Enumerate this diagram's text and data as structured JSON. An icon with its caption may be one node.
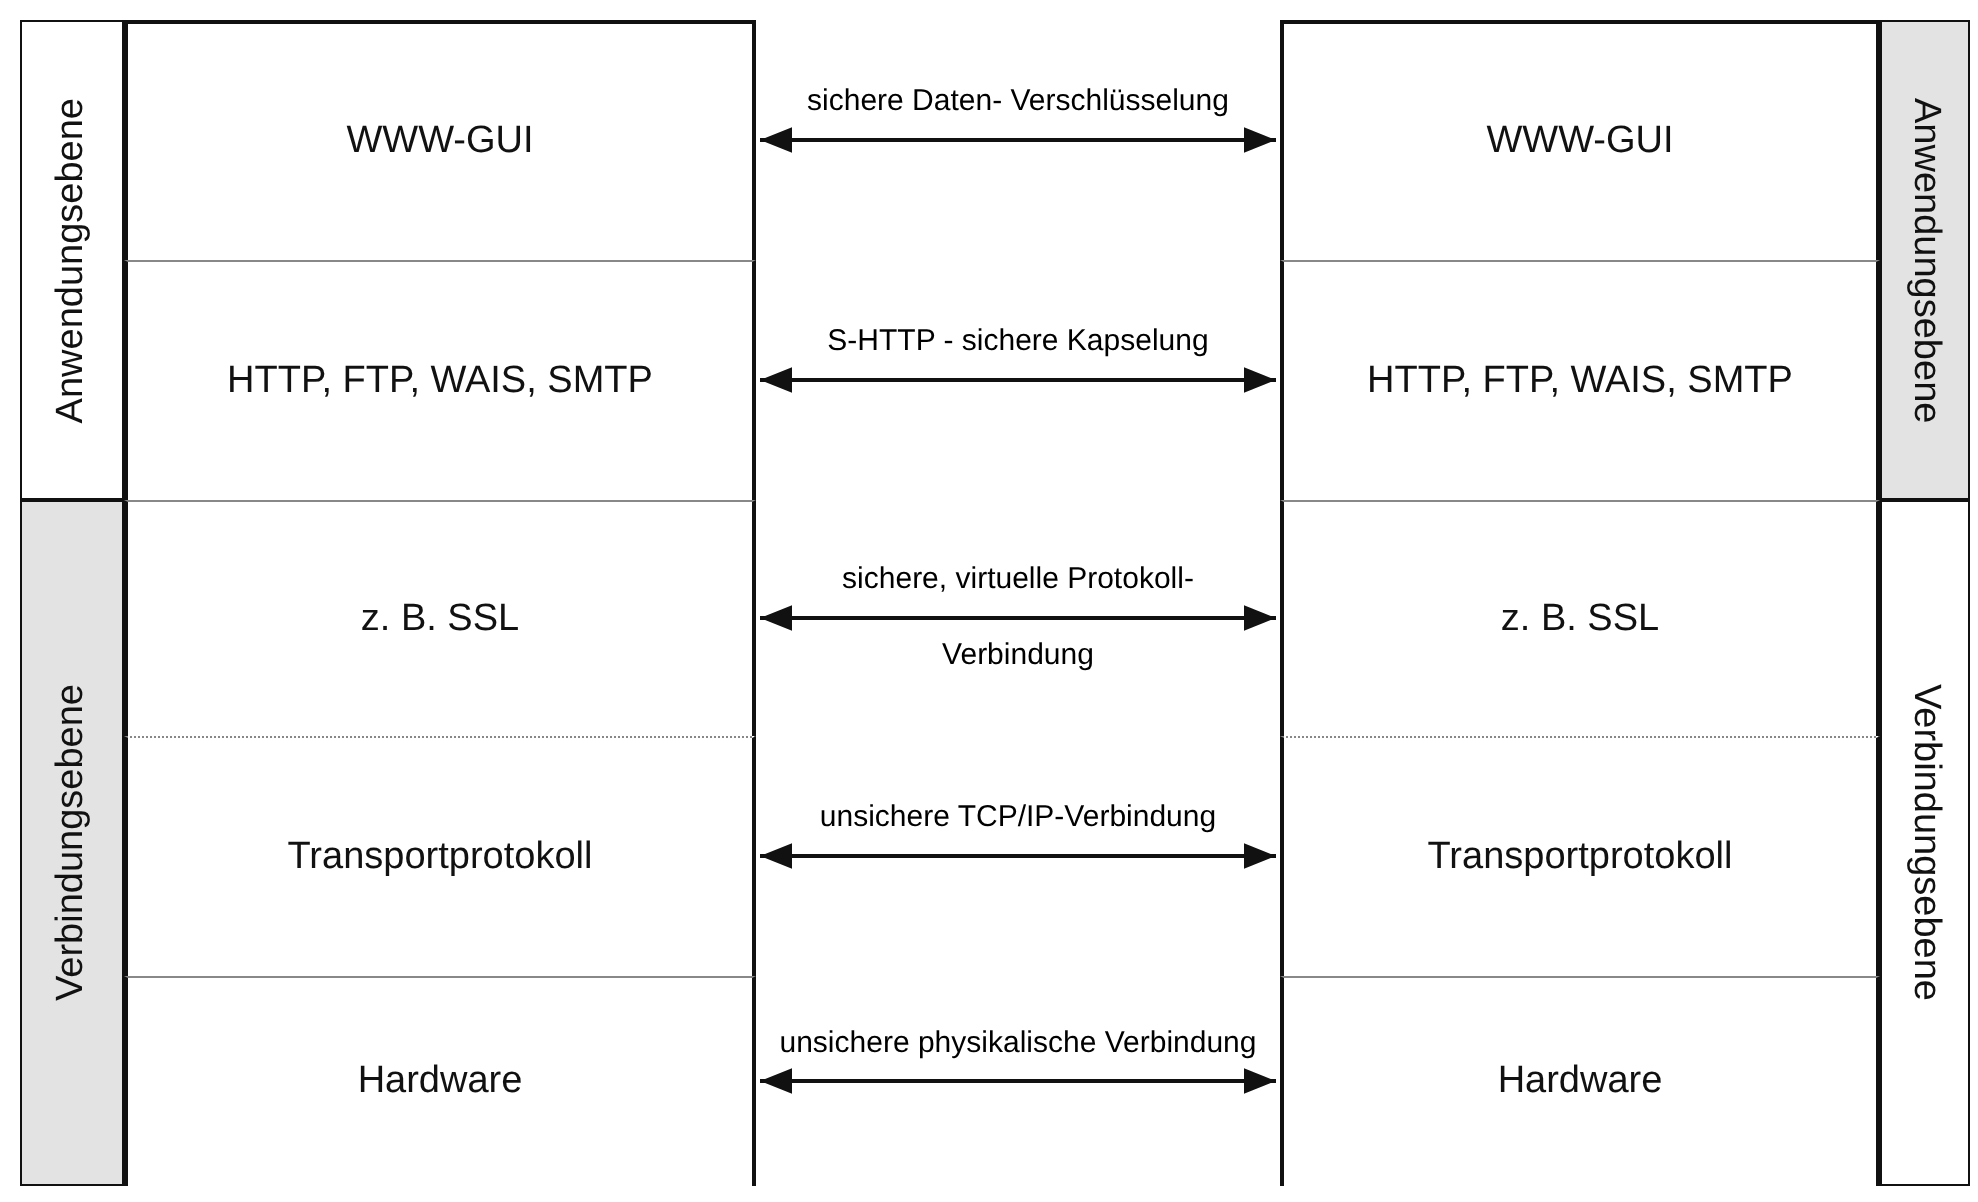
{
  "diagram": {
    "nodes": [
      {
        "text": [
          "Anwendungsebene"
        ]
      },
      {
        "text": [
          "WWW-GUI"
        ]
      },
      {
        "text": [
          "WWW-GUI"
        ]
      },
      {
        "text": [
          "Anwendungsebene"
        ]
      },
      {
        "text": [
          "HTTP, FTP, WAIS, SMTP"
        ]
      },
      {
        "text": [
          "HTTP, FTP, WAIS, SMTP"
        ]
      },
      {
        "text": [
          "Verbindungsebene"
        ]
      },
      {
        "text": [
          "z. B. SSL"
        ]
      },
      {
        "text": [
          "z. B. SSL"
        ]
      },
      {
        "text": [
          "Verbindungsebene"
        ]
      },
      {
        "text": [
          "Transportprotokoll"
        ]
      },
      {
        "text": [
          "Transportprotokoll"
        ]
      },
      {
        "text": [
          "Hardware"
        ]
      },
      {
        "text": [
          "Hardware"
        ]
      }
    ],
    "edges": [
      {
        "from": 1,
        "to": 2,
        "arrow": "both",
        "label": "sichere Daten- Verschlüsselung"
      },
      {
        "from": 4,
        "to": 5,
        "arrow": "both",
        "label": "S-HTTP - sichere Kapselung"
      },
      {
        "from": 7,
        "to": 8,
        "arrow": "both",
        "label": "sichere, virtuelle Protokoll-Verbindung"
      },
      {
        "from": 10,
        "to": 11,
        "arrow": "both",
        "label": "unsichere TCP/IP-Verbindung"
      },
      {
        "from": 12,
        "to": 13,
        "arrow": "both",
        "label": "unsichere physikalische Verbindung"
      }
    ]
  }
}
